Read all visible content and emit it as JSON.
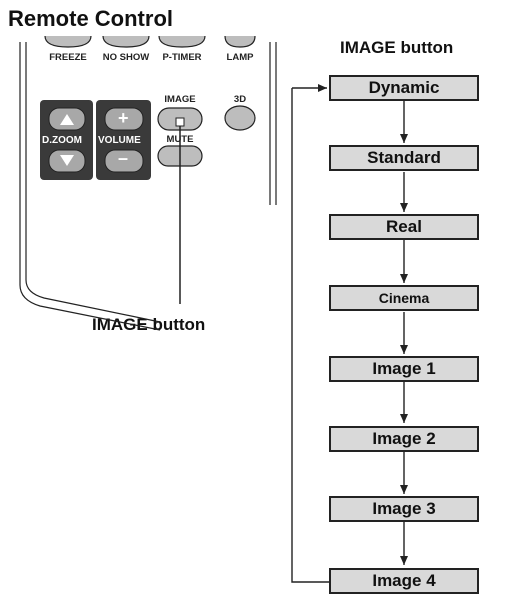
{
  "title": "Remote Control",
  "caption_top": "IMAGE button",
  "caption_left": "IMAGE button",
  "remote": {
    "labels": {
      "freeze": "FREEZE",
      "noshow": "NO SHOW",
      "ptimer": "P-TIMER",
      "lamp": "LAMP",
      "image": "IMAGE",
      "threed": "3D",
      "dzoom": "D.ZOOM",
      "volume": "VOLUME",
      "mute": "MUTE",
      "plus": "+",
      "minus": "–"
    }
  },
  "modes": [
    "Dynamic",
    "Standard",
    "Real",
    "Cinema",
    "Image 1",
    "Image 2",
    "Image 3",
    "Image 4"
  ]
}
